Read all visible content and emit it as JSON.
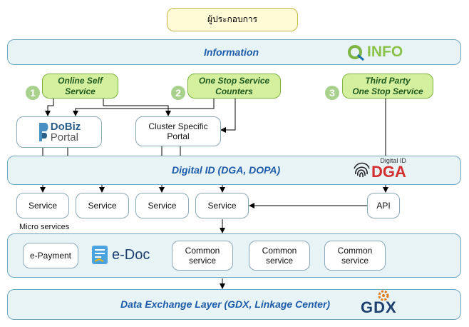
{
  "top": {
    "label": "ผู้ประกอบการ"
  },
  "information": {
    "title": "Information",
    "logo_text": "INFO"
  },
  "channels": [
    {
      "number": "1",
      "label_line1": "Online Self",
      "label_line2": "Service"
    },
    {
      "number": "2",
      "label_line1": "One Stop Service",
      "label_line2": "Counters"
    },
    {
      "number": "3",
      "label_line1": "Third Party",
      "label_line2": "One Stop Service"
    }
  ],
  "portals": {
    "dobiz_line1": "DoBiz",
    "dobiz_line2": "Portal",
    "cluster_line1": "Cluster Specific",
    "cluster_line2": "Portal"
  },
  "digital_id": {
    "title": "Digital ID (DGA, DOPA)",
    "logo_small": "Digital ID",
    "logo_big": "DGA"
  },
  "services": [
    "Service",
    "Service",
    "Service",
    "Service"
  ],
  "api": {
    "label": "API"
  },
  "micro": {
    "label": "Micro services",
    "epayment": "e-Payment",
    "edoc": "e-Doc",
    "common": [
      {
        "line1": "Common",
        "line2": "service"
      },
      {
        "line1": "Common",
        "line2": "service"
      },
      {
        "line1": "Common",
        "line2": "service"
      }
    ]
  },
  "gdx": {
    "title": "Data Exchange Layer (GDX, Linkage Center)",
    "logo_text": "GDX"
  },
  "colors": {
    "band_fill": "#e8f3f6",
    "green_fill": "#d4ef9e",
    "title_blue": "#1c5ca8",
    "top_fill": "#fffbd6"
  }
}
